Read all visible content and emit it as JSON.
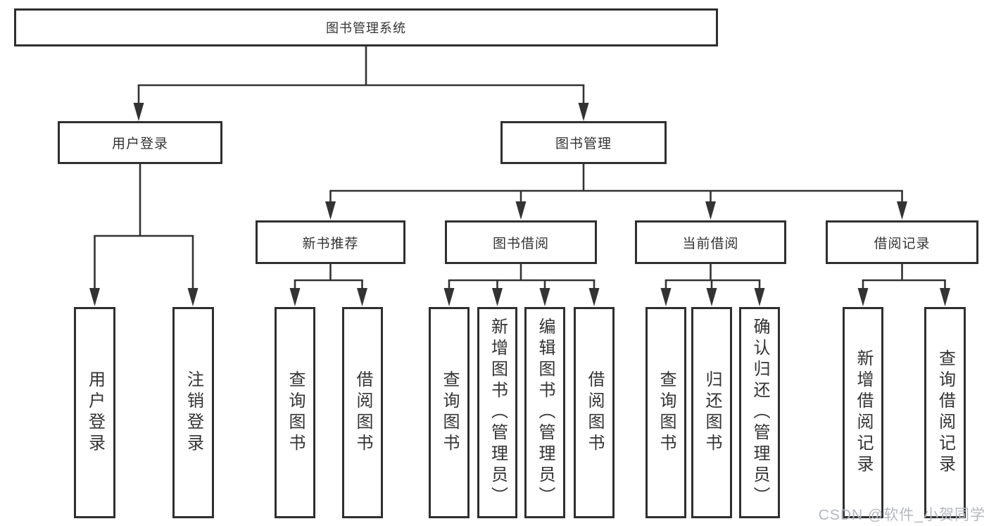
{
  "root": {
    "label": "图书管理系统"
  },
  "level2": [
    {
      "id": "user-login",
      "label": "用户登录"
    },
    {
      "id": "book-management",
      "label": "图书管理"
    }
  ],
  "level3": [
    {
      "id": "new-book-recommend",
      "label": "新书推荐"
    },
    {
      "id": "book-borrow",
      "label": "图书借阅"
    },
    {
      "id": "current-borrow",
      "label": "当前借阅"
    },
    {
      "id": "borrow-record",
      "label": "借阅记录"
    }
  ],
  "leaves": [
    {
      "id": "user-login",
      "label": "用户登录"
    },
    {
      "id": "logout",
      "label": "注销登录"
    },
    {
      "id": "query-book-recommend",
      "label": "查询图书"
    },
    {
      "id": "borrow-book-recommend",
      "label": "借阅图书"
    },
    {
      "id": "query-book-borrow",
      "label": "查询图书"
    },
    {
      "id": "add-book-admin",
      "label": "新增图书（管理员）"
    },
    {
      "id": "edit-book-admin",
      "label": "编辑图书（管理员）"
    },
    {
      "id": "borrow-book",
      "label": "借阅图书"
    },
    {
      "id": "query-book-current",
      "label": "查询图书"
    },
    {
      "id": "return-book",
      "label": "归还图书"
    },
    {
      "id": "confirm-return-admin",
      "label": "确认归还（管理员）"
    },
    {
      "id": "add-borrow-record",
      "label": "新增借阅记录"
    },
    {
      "id": "query-borrow-record",
      "label": "查询借阅记录"
    }
  ],
  "watermark": {
    "text": "CSDN @软件_小贺同学",
    "color": "#b4b8be"
  },
  "colors": {
    "line": "#333333",
    "border": "#2f2f2f",
    "background": "#ffffff"
  }
}
